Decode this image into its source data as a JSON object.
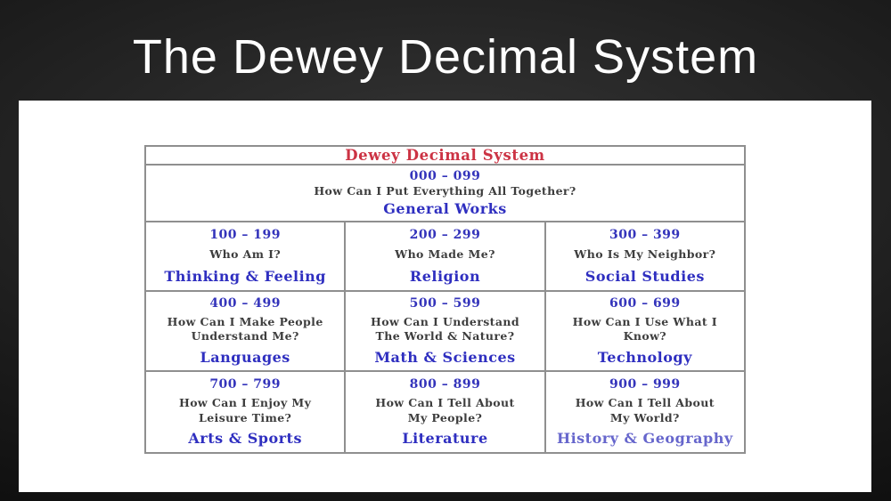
{
  "slide": {
    "title": "The Dewey Decimal System"
  },
  "table": {
    "title": "Dewey Decimal System",
    "general": {
      "range": "000 – 099",
      "question": "How Can I Put Everything All Together?",
      "category": "General Works"
    },
    "rows": [
      [
        {
          "range": "100 – 199",
          "question": "Who Am I?",
          "category": "Thinking & Feeling"
        },
        {
          "range": "200 – 299",
          "question": "Who Made Me?",
          "category": "Religion"
        },
        {
          "range": "300 – 399",
          "question": "Who Is My Neighbor?",
          "category": "Social Studies"
        }
      ],
      [
        {
          "range": "400 – 499",
          "question": "How Can I Make People\nUnderstand Me?",
          "category": "Languages"
        },
        {
          "range": "500 – 599",
          "question": "How Can I Understand\nThe World & Nature?",
          "category": "Math & Sciences"
        },
        {
          "range": "600 – 699",
          "question": "How Can I Use What I\nKnow?",
          "category": "Technology"
        }
      ],
      [
        {
          "range": "700 – 799",
          "question": "How Can I Enjoy My\nLeisure Time?",
          "category": "Arts & Sports"
        },
        {
          "range": "800 – 899",
          "question": "How Can I Tell About\nMy People?",
          "category": "Literature"
        },
        {
          "range": "900 – 999",
          "question": "How Can I Tell About\nMy World?",
          "category": "History & Geography"
        }
      ]
    ],
    "colors": {
      "table_title": "#cc3344",
      "range": "#3434bb",
      "question": "#3d3d3d",
      "category": "#2f2fc0",
      "category_light": "#6666cc",
      "border": "#8f8f8f"
    }
  }
}
